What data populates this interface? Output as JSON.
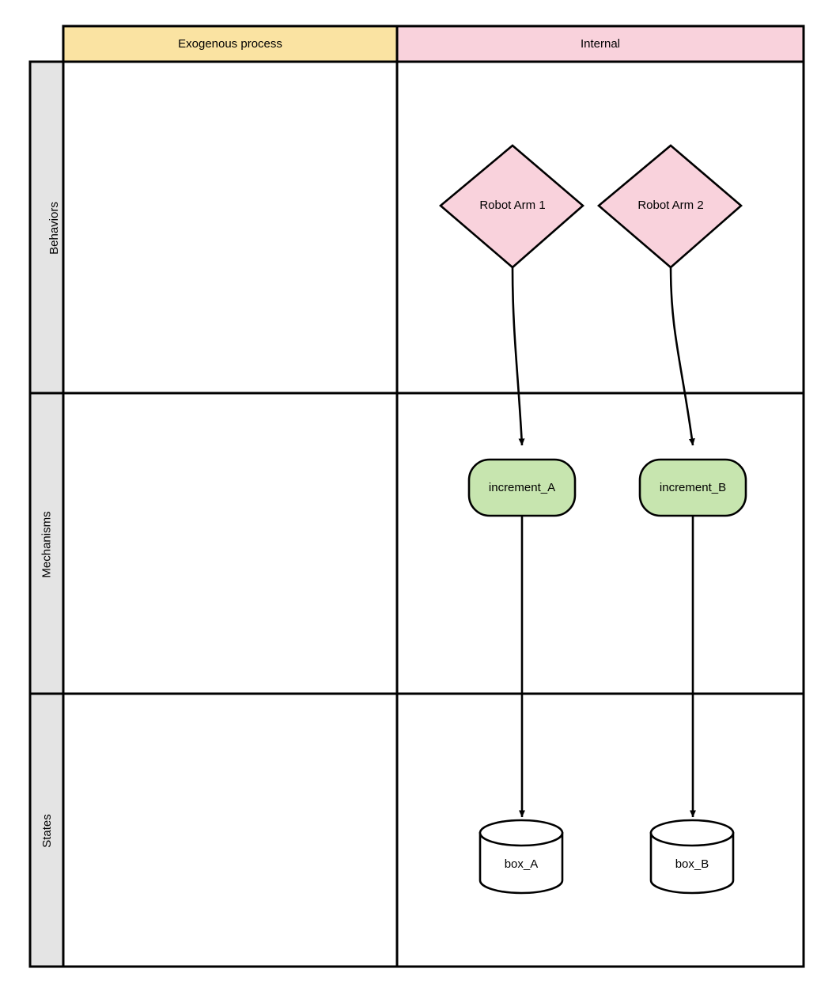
{
  "diagram": {
    "title": "Exogenous process / Internal swimlane diagram",
    "type": "swimlane-flowchart",
    "columns": [
      {
        "id": "exogenous",
        "label": "Exogenous process",
        "color": "#FAE3A2"
      },
      {
        "id": "internal",
        "label": "Internal",
        "color": "#F9D2DC"
      }
    ],
    "rows": [
      {
        "id": "behaviors",
        "label": "Behaviors",
        "color": "#E4E4E4"
      },
      {
        "id": "mechanisms",
        "label": "Mechanisms",
        "color": "#E4E4E4"
      },
      {
        "id": "states",
        "label": "States",
        "color": "#E4E4E4"
      }
    ],
    "nodes": [
      {
        "id": "robot_arm_1",
        "label": "Robot Arm 1",
        "shape": "diamond",
        "row": "behaviors",
        "column": "internal",
        "fill": "#F9D2DC",
        "stroke": "#000000"
      },
      {
        "id": "robot_arm_2",
        "label": "Robot Arm 2",
        "shape": "diamond",
        "row": "behaviors",
        "column": "internal",
        "fill": "#F9D2DC",
        "stroke": "#000000"
      },
      {
        "id": "increment_a",
        "label": "increment_A",
        "shape": "rounded-rectangle",
        "row": "mechanisms",
        "column": "internal",
        "fill": "#C7E5AF",
        "stroke": "#000000"
      },
      {
        "id": "increment_b",
        "label": "increment_B",
        "shape": "rounded-rectangle",
        "row": "mechanisms",
        "column": "internal",
        "fill": "#C7E5AF",
        "stroke": "#000000"
      },
      {
        "id": "box_a",
        "label": "box_A",
        "shape": "cylinder",
        "row": "states",
        "column": "internal",
        "fill": "#FFFFFF",
        "stroke": "#000000"
      },
      {
        "id": "box_b",
        "label": "box_B",
        "shape": "cylinder",
        "row": "states",
        "column": "internal",
        "fill": "#FFFFFF",
        "stroke": "#000000"
      }
    ],
    "edges": [
      {
        "id": "e1",
        "from": "robot_arm_1",
        "to": "increment_a",
        "style": "curved-arrow"
      },
      {
        "id": "e2",
        "from": "robot_arm_2",
        "to": "increment_b",
        "style": "curved-arrow"
      },
      {
        "id": "e3",
        "from": "increment_a",
        "to": "box_a",
        "style": "straight-arrow"
      },
      {
        "id": "e4",
        "from": "increment_b",
        "to": "box_b",
        "style": "straight-arrow"
      }
    ]
  }
}
